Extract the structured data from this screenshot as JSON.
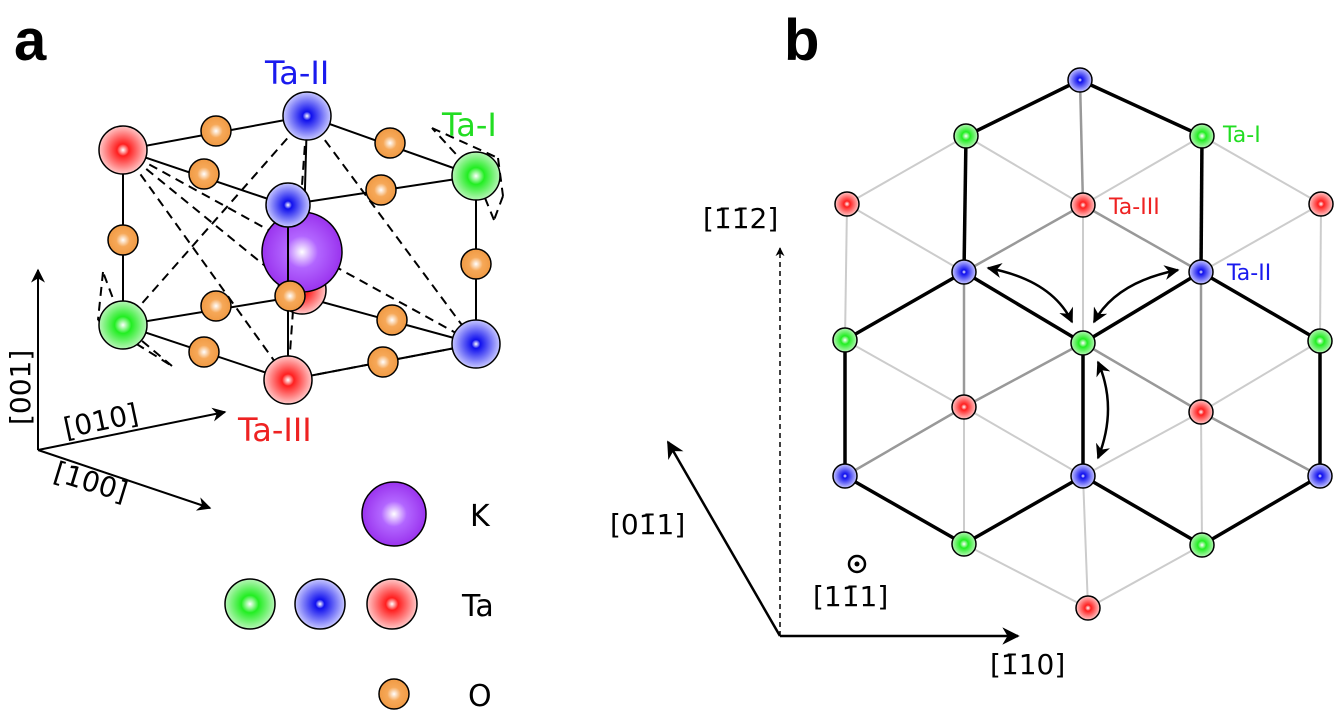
{
  "colors": {
    "ta_i": "#22dd22",
    "ta_ii": "#1a1aee",
    "ta_iii": "#ee2222",
    "oxygen": "#f29a44",
    "potassium": "#9933ee"
  },
  "panel_a": {
    "letter": "a",
    "site_labels": {
      "ta_i": "Ta-I",
      "ta_ii": "Ta-II",
      "ta_iii": "Ta-III"
    },
    "axes": {
      "c": "[001]",
      "b": "[010]",
      "a": "[100]"
    },
    "legend": [
      {
        "key": "potassium",
        "label": "K"
      },
      {
        "key": "tantalum",
        "label": "Ta"
      },
      {
        "key": "oxygen",
        "label": "O"
      }
    ]
  },
  "panel_b": {
    "letter": "b",
    "site_labels": {
      "ta_i": "Ta-I",
      "ta_ii": "Ta-II",
      "ta_iii": "Ta-III"
    },
    "axes": {
      "vertical": "[1̄1̄2]",
      "diagonal": "[01̄1]",
      "horizontal": "[1̄10]",
      "normal": "[11̄1]"
    }
  }
}
